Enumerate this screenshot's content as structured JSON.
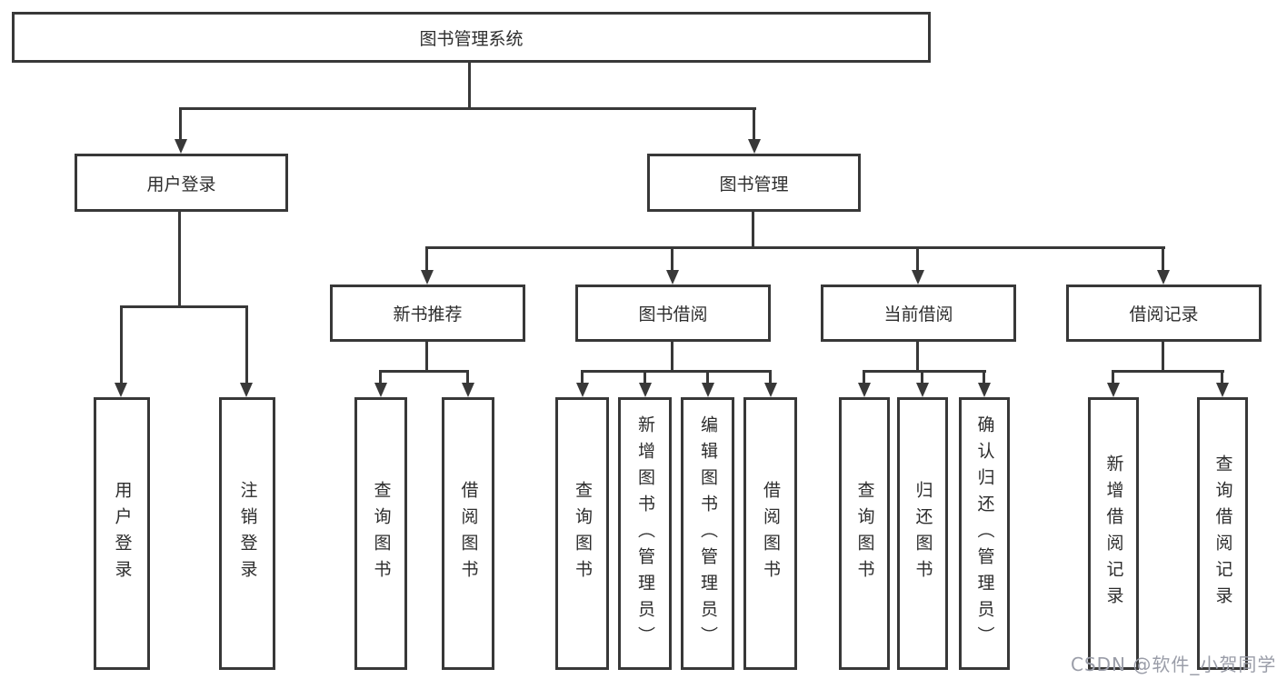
{
  "diagram": {
    "root": {
      "label": "图书管理系统"
    },
    "branches": [
      {
        "label": "用户登录",
        "children": [
          {
            "label": "用户登录"
          },
          {
            "label": "注销登录"
          }
        ]
      },
      {
        "label": "图书管理",
        "children": [
          {
            "label": "新书推荐",
            "children": [
              {
                "label": "查询图书"
              },
              {
                "label": "借阅图书"
              }
            ]
          },
          {
            "label": "图书借阅",
            "children": [
              {
                "label": "查询图书"
              },
              {
                "label": "新增图书（管理员）"
              },
              {
                "label": "编辑图书（管理员）"
              },
              {
                "label": "借阅图书"
              }
            ]
          },
          {
            "label": "当前借阅",
            "children": [
              {
                "label": "查询图书"
              },
              {
                "label": "归还图书"
              },
              {
                "label": "确认归还（管理员）"
              }
            ]
          },
          {
            "label": "借阅记录",
            "children": [
              {
                "label": "新增借阅记录"
              },
              {
                "label": "查询借阅记录"
              }
            ]
          }
        ]
      }
    ]
  },
  "watermark": {
    "text": "CSDN @软件_小贺同学"
  },
  "colors": {
    "line": "#383838",
    "text": "#2d2d2d",
    "background": "#ffffff",
    "watermark": "#9a9da8"
  }
}
